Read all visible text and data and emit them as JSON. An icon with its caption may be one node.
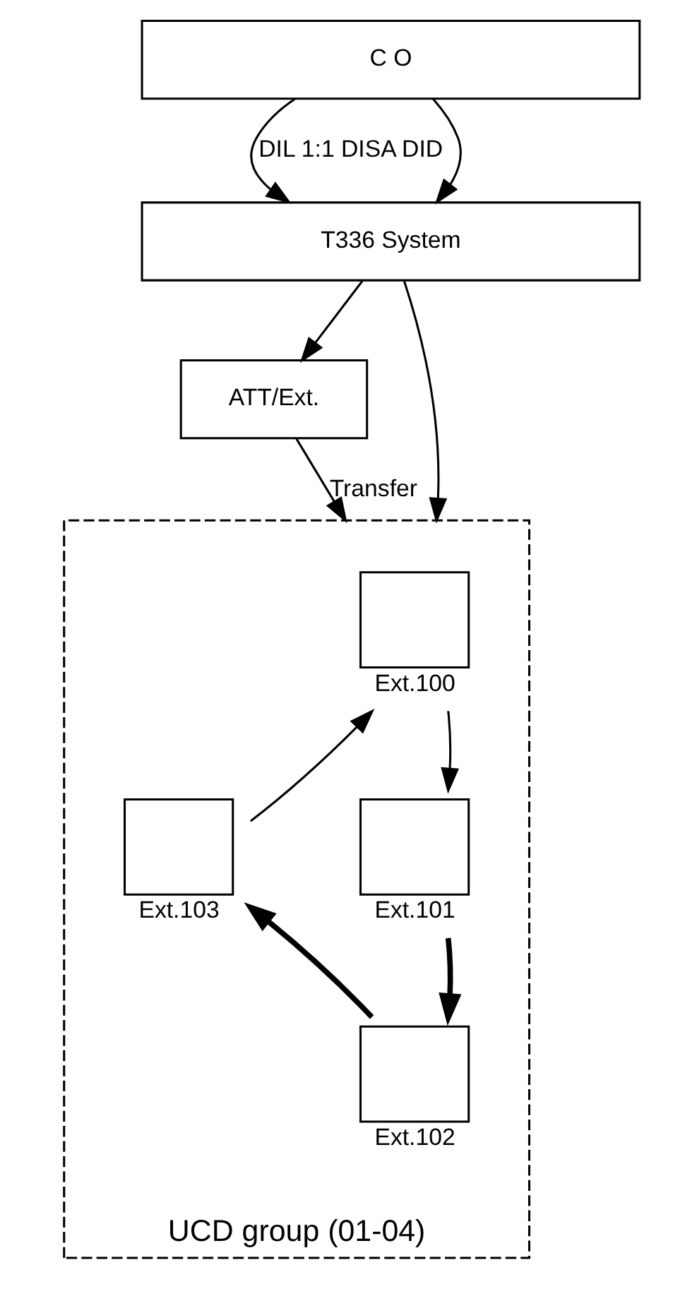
{
  "diagram": {
    "nodes": [
      {
        "text": [
          "C O"
        ]
      },
      {
        "text": [
          "T336 System"
        ]
      },
      {
        "text": [
          "ATT/Ext."
        ]
      },
      {
        "text": [
          "UCD group (01-04)"
        ]
      },
      {
        "text": [
          "Ext.100"
        ],
        "in": 3
      },
      {
        "text": [
          "Ext.103"
        ],
        "in": 3
      },
      {
        "text": [
          "Ext.101"
        ],
        "in": 3
      },
      {
        "text": [
          "Ext.102"
        ],
        "in": 3
      }
    ],
    "edges": [
      {
        "from": 0,
        "to": 1,
        "arrow": "to",
        "label": "DIL 1:1 DISA DID"
      },
      {
        "from": 0,
        "to": 1,
        "arrow": "to"
      },
      {
        "from": 1,
        "to": 3,
        "arrow": "to"
      },
      {
        "from": 1,
        "to": 2,
        "arrow": "to"
      },
      {
        "from": 2,
        "to": 3,
        "arrow": "to",
        "label": "Transfer"
      },
      {
        "from": 5,
        "to": 4,
        "arrow": "to"
      },
      {
        "from": 4,
        "to": 6,
        "arrow": "to"
      },
      {
        "from": 6,
        "to": 7,
        "arrow": "to",
        "style": "thick"
      },
      {
        "from": 7,
        "to": 5,
        "arrow": "to",
        "style": "thick"
      }
    ]
  }
}
